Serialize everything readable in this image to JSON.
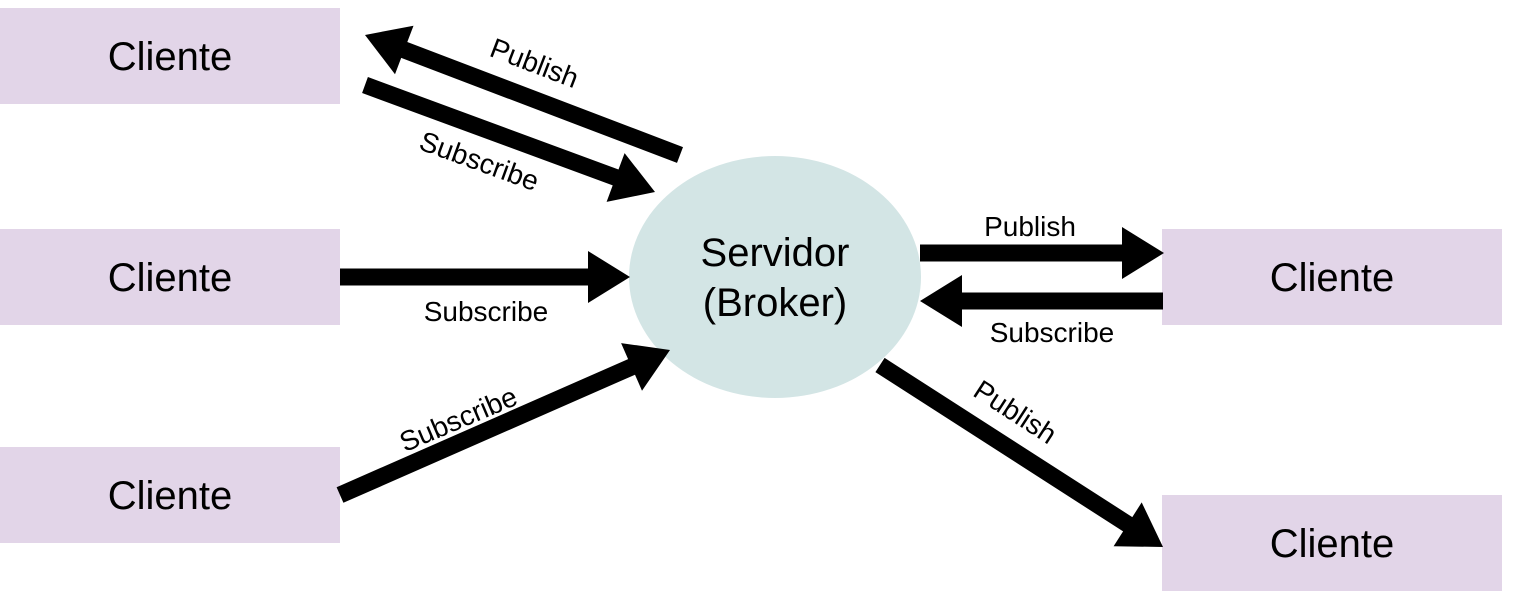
{
  "broker": {
    "line1": "Servidor",
    "line2": "(Broker)"
  },
  "clients": [
    {
      "label": "Cliente"
    },
    {
      "label": "Cliente"
    },
    {
      "label": "Cliente"
    },
    {
      "label": "Cliente"
    },
    {
      "label": "Cliente"
    }
  ],
  "edges": [
    {
      "label": "Publish",
      "direction": "broker-to-client"
    },
    {
      "label": "Subscribe",
      "direction": "client-to-broker"
    },
    {
      "label": "Subscribe",
      "direction": "client-to-broker"
    },
    {
      "label": "Subscribe",
      "direction": "client-to-broker"
    },
    {
      "label": "Publish",
      "direction": "broker-to-client"
    },
    {
      "label": "Subscribe",
      "direction": "client-to-broker"
    },
    {
      "label": "Publish",
      "direction": "broker-to-client"
    }
  ],
  "colors": {
    "client": "#e2d5e8",
    "broker": "#d3e5e5",
    "arrow": "#000000"
  }
}
